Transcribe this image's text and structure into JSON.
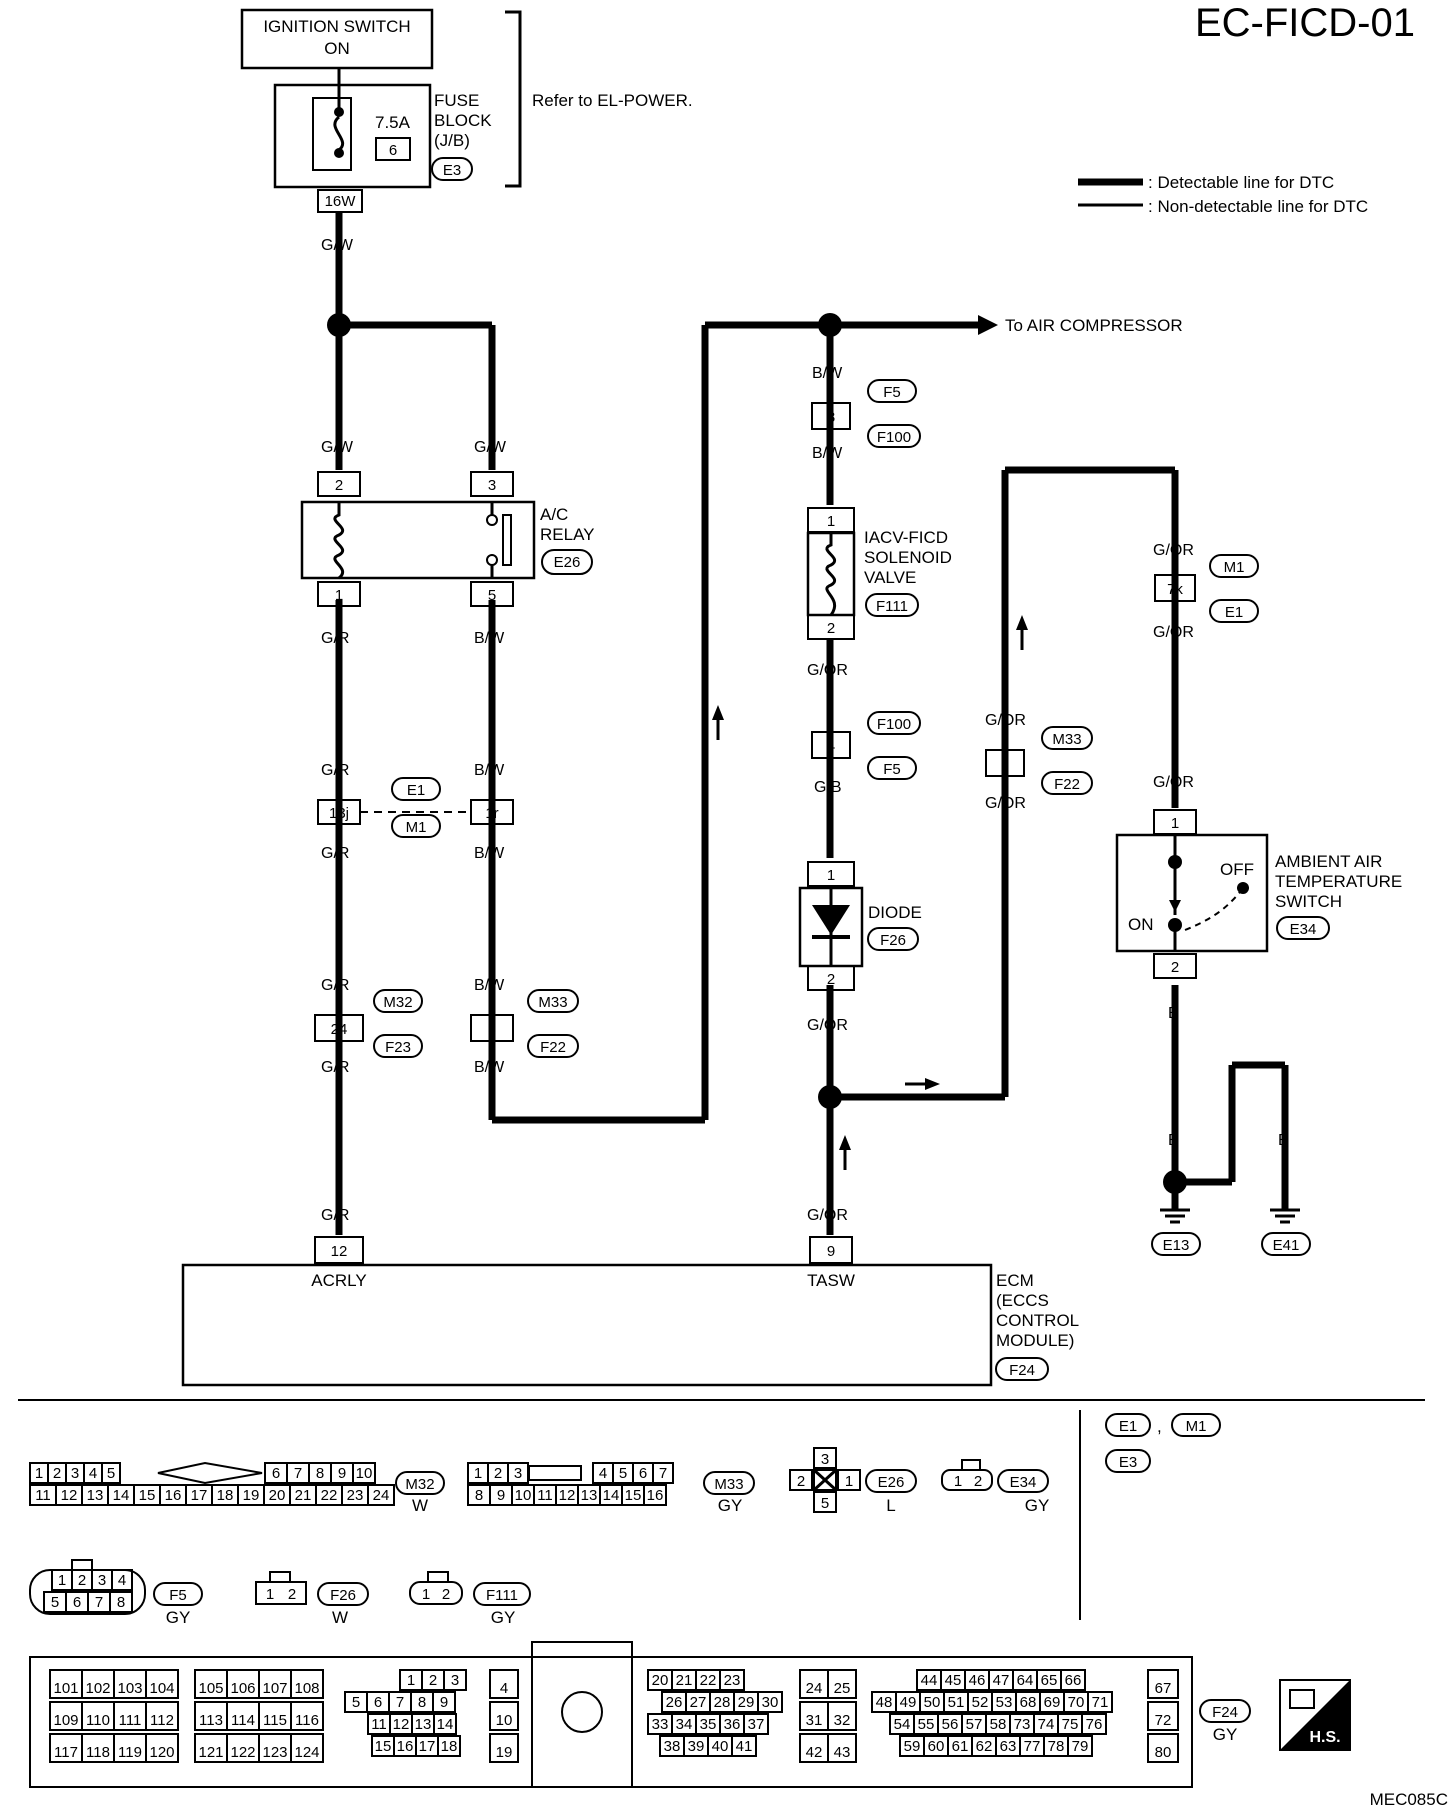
{
  "title": "EC-FICD-01",
  "code": "MEC085C",
  "ignition": {
    "line1": "IGNITION SWITCH",
    "line2": "ON"
  },
  "fuse": {
    "label1": "FUSE",
    "label2": "BLOCK",
    "label3": "(J/B)",
    "amp": "7.5A",
    "num": "6",
    "conn": "E3",
    "pin": "16W"
  },
  "refer": "Refer to EL-POWER.",
  "legend": {
    "detectable": ": Detectable line for DTC",
    "nondetectable": ": Non-detectable line for DTC"
  },
  "air_compressor": "To AIR COMPRESSOR",
  "relay": {
    "label1": "A/C",
    "label2": "RELAY",
    "conn": "E26",
    "pins": [
      "2",
      "3",
      "1",
      "5"
    ]
  },
  "solenoid": {
    "label1": "IACV-FICD",
    "label2": "SOLENOID",
    "label3": "VALVE",
    "conn": "F111",
    "pins": [
      "1",
      "2"
    ]
  },
  "diode": {
    "label": "DIODE",
    "conn": "F26",
    "pins": [
      "1",
      "2"
    ]
  },
  "ambient": {
    "label1": "AMBIENT AIR",
    "label2": "TEMPERATURE",
    "label3": "SWITCH",
    "conn": "E34",
    "off": "OFF",
    "on": "ON",
    "pins": [
      "1",
      "2"
    ]
  },
  "ecm": {
    "label1": "ECM",
    "label2": "(ECCS",
    "label3": "CONTROL",
    "label4": "MODULE)",
    "conn": "F24",
    "pin_acrly": "12",
    "pin_tasw": "9",
    "acrly": "ACRLY",
    "tasw": "TASW"
  },
  "wires": {
    "gw": "G/W",
    "gr": "G/R",
    "bw": "B/W",
    "gor": "G/OR",
    "gb": "G/B",
    "b": "B"
  },
  "connectors": {
    "e1": "E1",
    "m1": "M1",
    "m32": "M32",
    "m33": "M33",
    "f23": "F23",
    "f22": "F22",
    "f5": "F5",
    "f100": "F100",
    "e13": "E13",
    "e41": "E41",
    "p13j": "13j",
    "p1r": "1r",
    "p24": "24",
    "p3": "3",
    "p8": "8",
    "p4": "4",
    "p2": "2",
    "p7k": "7k"
  },
  "bottom": {
    "m32": {
      "name": "M32",
      "color": "W",
      "row1": [
        "1",
        "2",
        "3",
        "4",
        "5",
        "6",
        "7",
        "8",
        "9",
        "10"
      ],
      "row2": [
        "11",
        "12",
        "13",
        "14",
        "15",
        "16",
        "17",
        "18",
        "19",
        "20",
        "21",
        "22",
        "23",
        "24"
      ]
    },
    "m33": {
      "name": "M33",
      "color": "GY",
      "row1": [
        "1",
        "2",
        "3",
        "4",
        "5",
        "6",
        "7"
      ],
      "row2": [
        "8",
        "9",
        "10",
        "11",
        "12",
        "13",
        "14",
        "15",
        "16"
      ]
    },
    "e26": {
      "name": "E26",
      "color": "L",
      "pins": [
        "3",
        "2",
        "1",
        "5"
      ]
    },
    "e34": {
      "name": "E34",
      "color": "GY",
      "pins": [
        "1",
        "2"
      ]
    },
    "e1m1": {
      "e1": "E1",
      "comma": ",",
      "m1": "M1",
      "e3": "E3"
    },
    "f5": {
      "name": "F5",
      "color": "GY",
      "row1": [
        "1",
        "2",
        "3",
        "4"
      ],
      "row2": [
        "5",
        "6",
        "7",
        "8"
      ]
    },
    "f26": {
      "name": "F26",
      "color": "W",
      "pins": [
        "1",
        "2"
      ]
    },
    "f111": {
      "name": "F111",
      "color": "GY",
      "pins": [
        "1",
        "2"
      ]
    },
    "f24": {
      "name": "F24",
      "color": "GY",
      "b1": [
        [
          "101",
          "102",
          "103",
          "104"
        ],
        [
          "109",
          "110",
          "111",
          "112"
        ],
        [
          "117",
          "118",
          "119",
          "120"
        ]
      ],
      "b2": [
        [
          "105",
          "106",
          "107",
          "108"
        ],
        [
          "113",
          "114",
          "115",
          "116"
        ],
        [
          "121",
          "122",
          "123",
          "124"
        ]
      ],
      "b3r1": [
        "1",
        "2",
        "3"
      ],
      "b3r2": [
        "5",
        "6",
        "7",
        "8",
        "9"
      ],
      "b3r3": [
        "11",
        "12",
        "13",
        "14"
      ],
      "b3r4": [
        "15",
        "16",
        "17",
        "18"
      ],
      "b4": [
        "4",
        "10",
        "19"
      ],
      "b5r1": [
        "20",
        "21",
        "22",
        "23"
      ],
      "b5r2": [
        "26",
        "27",
        "28",
        "29",
        "30"
      ],
      "b5r3": [
        "33",
        "34",
        "35",
        "36",
        "37"
      ],
      "b5r4": [
        "38",
        "39",
        "40",
        "41"
      ],
      "b6": [
        [
          "24",
          "25"
        ],
        [
          "31",
          "32"
        ],
        [
          "42",
          "43"
        ]
      ],
      "b7r1": [
        "44",
        "45",
        "46",
        "47",
        "64",
        "65",
        "66"
      ],
      "b7r2": [
        "48",
        "49",
        "50",
        "51",
        "52",
        "53",
        "68",
        "69",
        "70",
        "71"
      ],
      "b7r3": [
        "54",
        "55",
        "56",
        "57",
        "58",
        "73",
        "74",
        "75",
        "76"
      ],
      "b7r4": [
        "59",
        "60",
        "61",
        "62",
        "63",
        "77",
        "78",
        "79"
      ],
      "b8": [
        "67",
        "72",
        "80"
      ]
    },
    "hs": "H.S."
  }
}
